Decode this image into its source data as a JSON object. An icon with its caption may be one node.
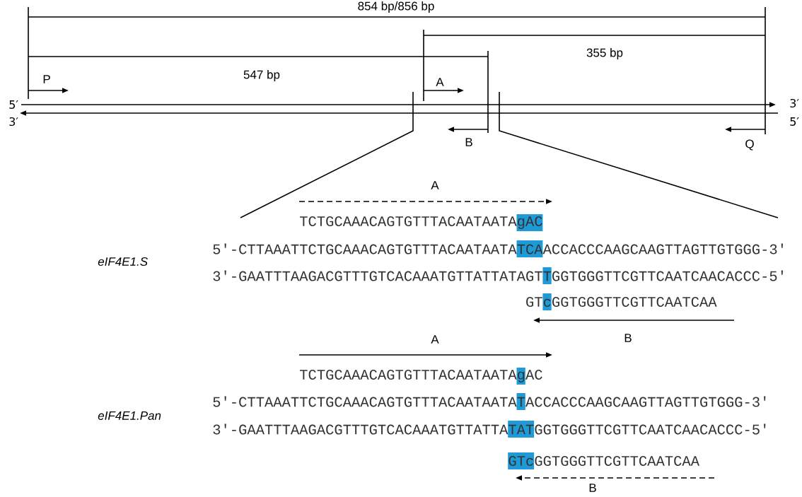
{
  "diagram": {
    "labels": [
      "854 bp/856 bp",
      "355 bp",
      "547 bp",
      "P",
      "A",
      "5′",
      "3′",
      "3′",
      "5′",
      "B",
      "Q",
      "A",
      "TCTGCAAACAGTGTTTACAATAATAgAC",
      "eIF4E1.S",
      "5'-CTTAAATTCTGCAAACAGTGTTTACAATAATATCAACCACCCAAGCAAGTTAGTTGTGGG-3'",
      "3'-GAATTTAAGACGTTTGTCACAAATGTTATTATAGTTGGTGGGTTCGTTCAATCAACACCC-5'",
      "GTcGGTGGGTTCGTTCAATCAA",
      "B",
      "A",
      "TCTGCAAACAGTGTTTACAATAATAgAC",
      "eIF4E1.Pan",
      "5'-CTTAAATTCTGCAAACAGTGTTTACAATAATATACCACCCAAGCAAGTTAGTTGTGGG-3'",
      "3'-GAATTTAAGACGTTTGTCACAAATGTTATTATATGGTGGGTTCGTTCAATCAACACCC-5'",
      "GTcGGTGGGTTCGTTCAATCAA",
      "B"
    ]
  }
}
